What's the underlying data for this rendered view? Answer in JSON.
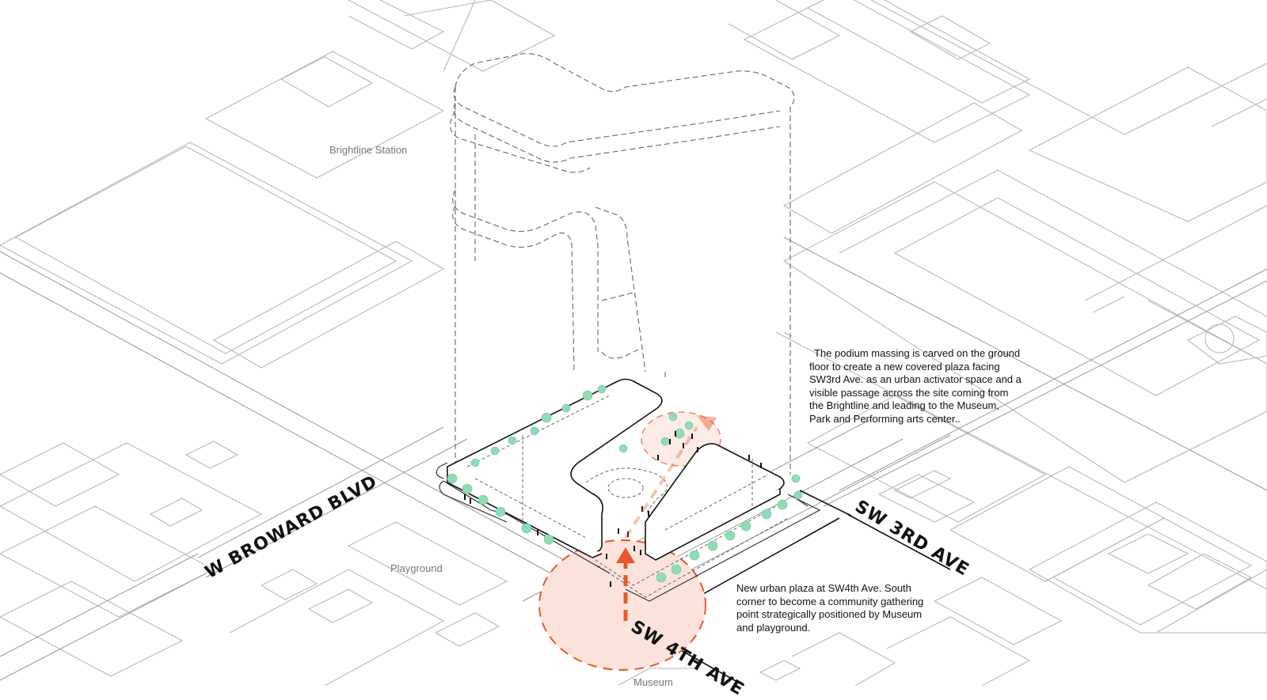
{
  "labels": {
    "brightline_station": "Brightline Station",
    "playground": "Playground",
    "museum": "Museum"
  },
  "streets": {
    "w_broward": "W BROWARD BLVD",
    "sw_3rd": "SW 3RD AVE",
    "sw_4th": "SW 4TH AVE"
  },
  "notes": {
    "podium": "The podium massing is carved on the ground floor to create a new covered plaza facing SW3rd Ave. as an urban activator space and a visible passage across the site coming from the Brightline and leading to the Museum, Park and Performing arts center..",
    "plaza": "New urban plaza at SW4th Ave. South corner to become a community gathering point strategically positioned by Museum and playground."
  },
  "colors": {
    "accent": "#e8582c",
    "plaza_fill": "#fbe3dc",
    "tree": "#8fdcb5",
    "context_line": "#b8b8b8"
  }
}
